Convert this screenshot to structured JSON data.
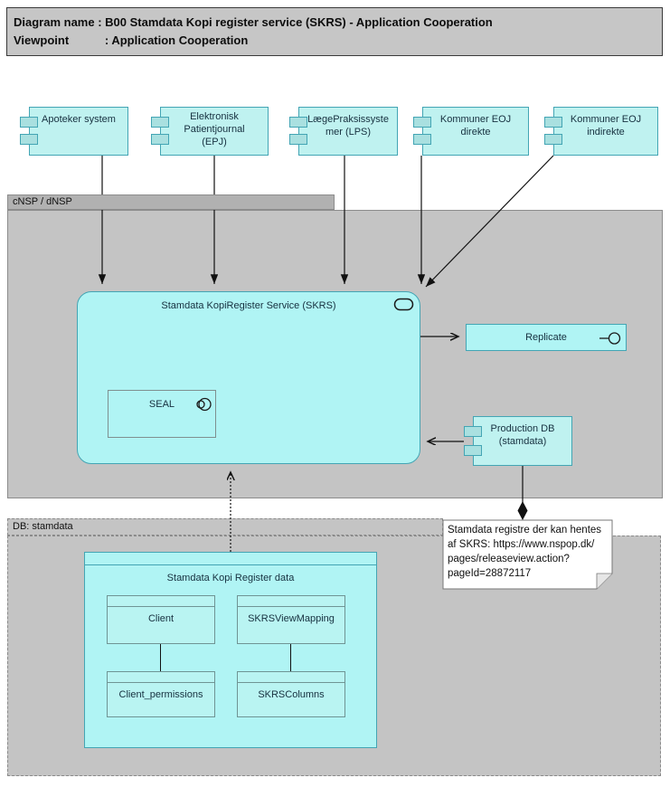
{
  "title_bar": {
    "line1": "Diagram name : B00 Stamdata Kopi register service (SKRS) - Application Cooperation",
    "line2": "Viewpoint           : Application Cooperation"
  },
  "containers": {
    "cnsp_label": "cNSP / dNSP",
    "db_label": "DB: stamdata"
  },
  "top_components": [
    {
      "lines": [
        "Apoteker system"
      ]
    },
    {
      "lines": [
        "Elektronisk",
        "Patientjournal",
        "(EPJ)"
      ]
    },
    {
      "lines": [
        "LægePraksissyste",
        "mer (LPS)"
      ]
    },
    {
      "lines": [
        "Kommuner EOJ",
        "direkte"
      ]
    },
    {
      "lines": [
        "Kommuner EOJ",
        "indirekte"
      ]
    }
  ],
  "skrs": {
    "title": "Stamdata KopiRegister Service (SKRS)",
    "seal_label": "SEAL"
  },
  "replicate": {
    "label": "Replicate"
  },
  "production_db": {
    "lines": [
      "Production DB",
      "(stamdata)"
    ]
  },
  "note": {
    "lines": [
      "Stamdata registre der kan hentes",
      "af SKRS: https://www.nspop.dk/",
      "pages/releaseview.action?",
      "pageId=28872117"
    ]
  },
  "register_data": {
    "title": "Stamdata Kopi Register data",
    "tables": [
      {
        "label": "Client"
      },
      {
        "label": "SKRSViewMapping"
      },
      {
        "label": "Client_permissions"
      },
      {
        "label": "SKRSColumns"
      }
    ]
  },
  "icons": {
    "component_tabs": "uml-component-side-tabs",
    "skrs_corner": "application-service-capsule-icon",
    "seal_corner": "application-collaboration-circles-icon",
    "replicate_corner": "interface-lollipop-icon"
  },
  "colors": {
    "box_fill": "#bff2f0",
    "skrs_fill": "#b0f4f4",
    "box_border": "#43a5b4",
    "container_fill": "#c4c4c4",
    "container_border": "#8c8c8c",
    "titlebar_fill": "#c6c6c6",
    "note_fill": "#ffffff",
    "connector": "#111111"
  }
}
